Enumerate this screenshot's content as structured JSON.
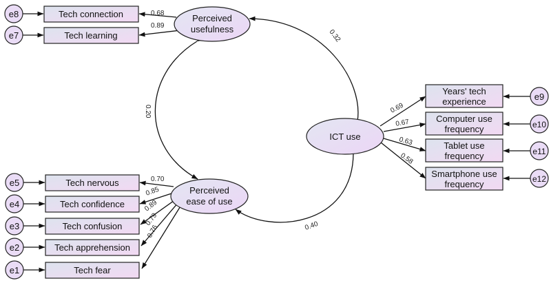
{
  "latent": {
    "pu": {
      "line1": "Perceived",
      "line2": "usefulness"
    },
    "peou": {
      "line1": "Perceived",
      "line2": "ease of use"
    },
    "ict": {
      "label": "ICT use"
    }
  },
  "indicators": {
    "tech_connection": "Tech connection",
    "tech_learning": "Tech learning",
    "tech_nervous": "Tech nervous",
    "tech_confidence": "Tech confidence",
    "tech_confusion": "Tech confusion",
    "tech_apprehension": "Tech apprehension",
    "tech_fear": "Tech fear",
    "years_exp": {
      "line1": "Years' tech",
      "line2": "experience"
    },
    "computer_freq": {
      "line1": "Computer use",
      "line2": "frequency"
    },
    "tablet_freq": {
      "line1": "Tablet use",
      "line2": "frequency"
    },
    "smartphone_freq": {
      "line1": "Smartphone use",
      "line2": "frequency"
    }
  },
  "errors": {
    "e1": "e1",
    "e2": "e2",
    "e3": "e3",
    "e4": "e4",
    "e5": "e5",
    "e7": "e7",
    "e8": "e8",
    "e9": "e9",
    "e10": "e10",
    "e11": "e11",
    "e12": "e12"
  },
  "loadings": {
    "tech_connection": "0.68",
    "tech_learning": "0.89",
    "tech_nervous": "0.70",
    "tech_confidence": "0.85",
    "tech_confusion": "0.89",
    "tech_apprehension": "0.79",
    "tech_fear": "0.76",
    "years_exp": "0.69",
    "computer_freq": "0.67",
    "tablet_freq": "0.63",
    "smartphone_freq": "0.58"
  },
  "covariances": {
    "pu_ict": "0.32",
    "pu_peou": "0.20",
    "peou_ict": "0.40"
  },
  "colors": {
    "box_top": "#dde3ee",
    "box_bottom": "#f2d9f3",
    "node_fill": "#eadcf6"
  }
}
